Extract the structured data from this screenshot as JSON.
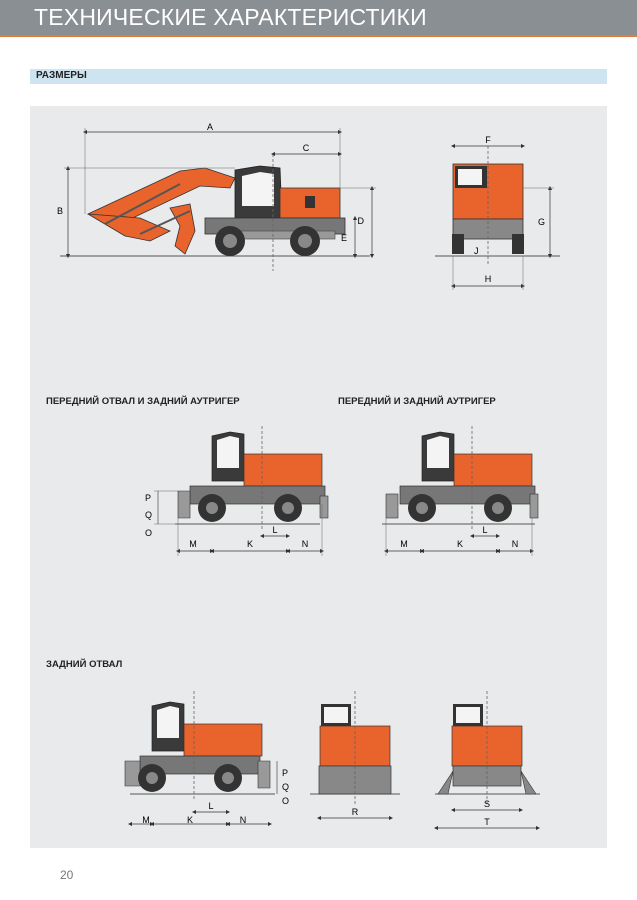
{
  "header": {
    "title": "ТЕХНИЧЕСКИЕ ХАРАКТЕРИСТИКИ"
  },
  "section": {
    "title": "РАЗМЕРЫ"
  },
  "subsections": {
    "front_blade_rear_outrigger": "ПЕРЕДНИЙ ОТВАЛ И ЗАДНИЙ АУТРИГЕР",
    "front_rear_outrigger": "ПЕРЕДНИЙ И ЗАДНИЙ АУТРИГЕР",
    "rear_blade": "ЗАДНИЙ ОТВАЛ"
  },
  "dims": {
    "A": "A",
    "B": "B",
    "C": "C",
    "D": "D",
    "E": "E",
    "F": "F",
    "G": "G",
    "H": "H",
    "J": "J",
    "K": "K",
    "L": "L",
    "M": "M",
    "N": "N",
    "O": "O",
    "P": "P",
    "Q": "Q",
    "R": "R",
    "S": "S",
    "T": "T"
  },
  "colors": {
    "machine_orange": "#e8642c",
    "header_gray": "#8a8f94",
    "accent_line": "#e07b39",
    "section_blue": "#cfe4f1"
  },
  "page_number": "20"
}
